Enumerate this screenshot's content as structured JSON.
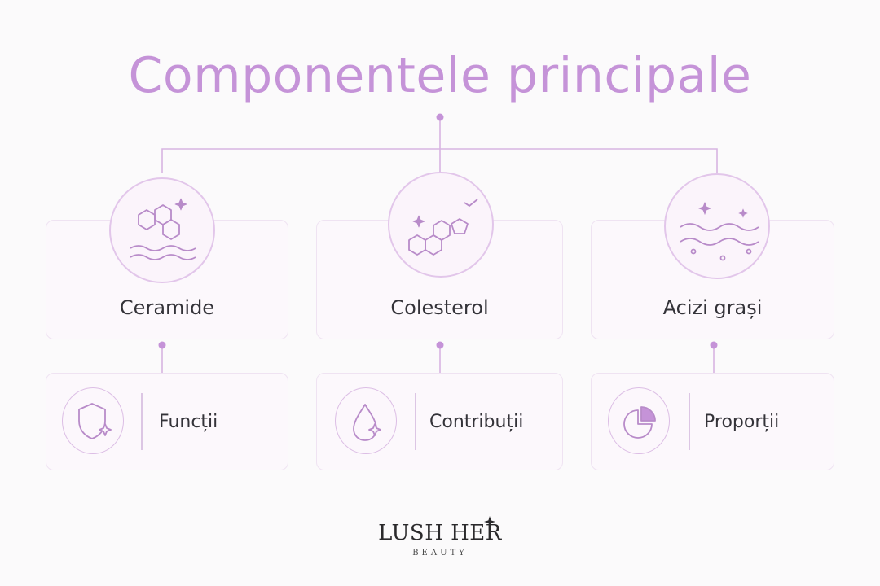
{
  "title": "Componentele principale",
  "colors": {
    "accent": "#c593d8",
    "line": "#d8b4e2",
    "card_bg": "#fcf8fc",
    "text": "#343339"
  },
  "components": [
    {
      "name": "Ceramide",
      "icon": "ceramide-molecule-icon",
      "detail": {
        "label": "Funcții",
        "icon": "shield-sparkle-icon"
      }
    },
    {
      "name": "Colesterol",
      "icon": "cholesterol-molecule-icon",
      "detail": {
        "label": "Contribuții",
        "icon": "droplet-sparkle-icon"
      }
    },
    {
      "name": "Acizi grași",
      "icon": "fatty-acid-waves-icon",
      "detail": {
        "label": "Proporții",
        "icon": "pie-chart-icon"
      }
    }
  ],
  "logo": {
    "main": "LUSH HER",
    "sub": "BEAUTY",
    "icon": "sparkle-star-icon"
  }
}
